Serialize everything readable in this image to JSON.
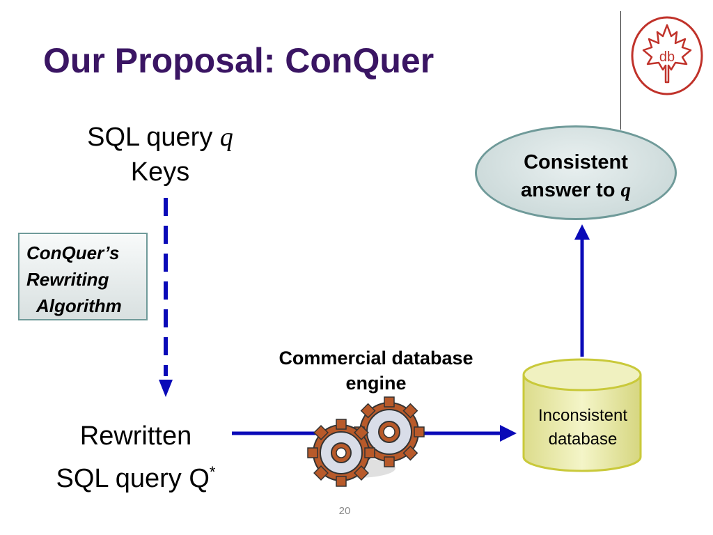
{
  "slide": {
    "title": "Our Proposal: ConQuer",
    "page_number": "20"
  },
  "input": {
    "line1_text": "SQL query ",
    "line1_var": "q",
    "line2": "Keys"
  },
  "algorithm_box": {
    "line1": "ConQuer’s",
    "line2": "Rewriting",
    "line3": "Algorithm"
  },
  "output_query": {
    "line1": "Rewritten",
    "line2": "SQL query Q",
    "superscript": "*"
  },
  "engine": {
    "line1": "Commercial database",
    "line2": "engine",
    "icon": "gears-icon"
  },
  "database": {
    "line1": "Inconsistent",
    "line2": "database"
  },
  "result": {
    "line1": "Consistent",
    "line2_text": "answer to ",
    "line2_var": "q"
  },
  "logo": {
    "text": "db",
    "icon": "maple-leaf-db-logo"
  },
  "colors": {
    "title": "#3a1563",
    "arrow": "#0a0ab8",
    "box_border": "#6f9a99",
    "cylinder_fill": "#eef0b4",
    "cylinder_border": "#c9c93a",
    "logo_red": "#c0322a",
    "gear_orange": "#b85a2a"
  }
}
